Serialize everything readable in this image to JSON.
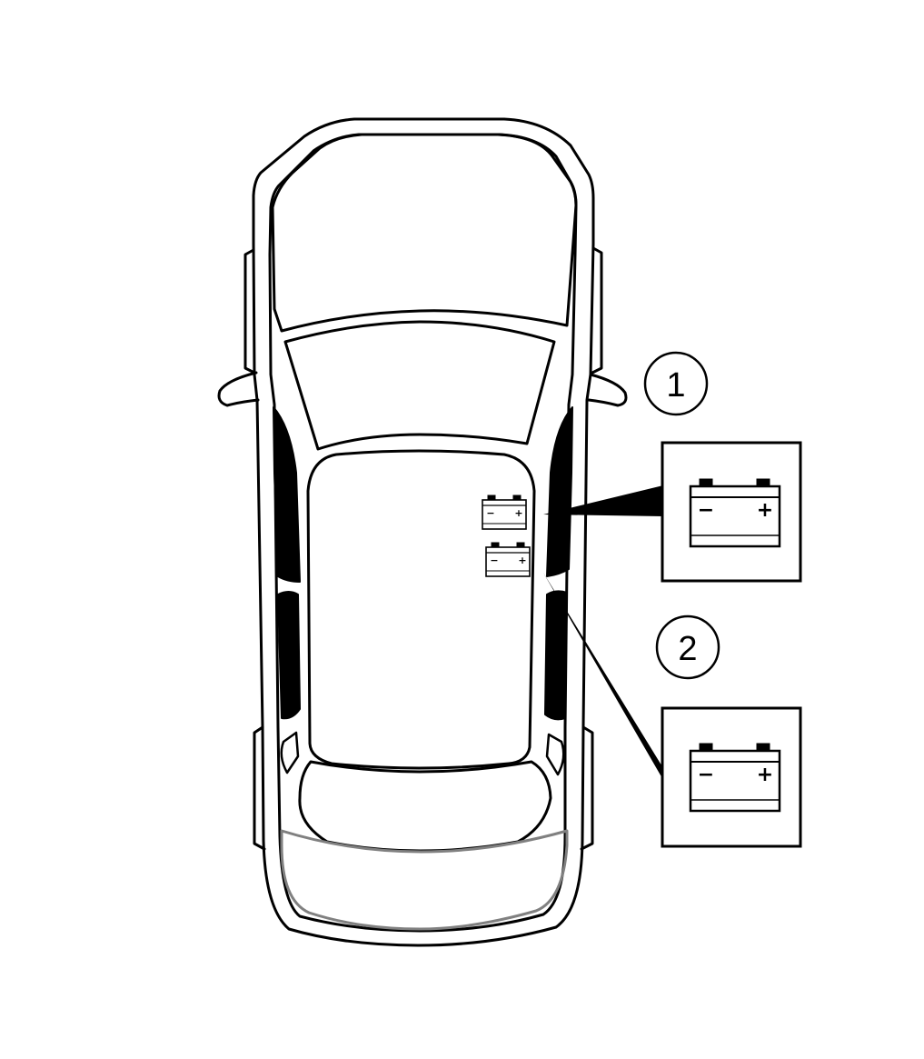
{
  "diagram": {
    "subject": "car-top-view-battery-locations",
    "colors": {
      "line": "#000000",
      "background": "#ffffff",
      "bumper": "#808080"
    },
    "callouts": [
      {
        "number": "1",
        "terminal_minus": "−",
        "terminal_plus": "+"
      },
      {
        "number": "2",
        "terminal_minus": "−",
        "terminal_plus": "+"
      }
    ],
    "in_car_batteries": [
      {
        "terminal_minus": "−",
        "terminal_plus": "+"
      },
      {
        "terminal_minus": "−",
        "terminal_plus": "+"
      }
    ],
    "icons": [
      "battery-icon"
    ]
  }
}
